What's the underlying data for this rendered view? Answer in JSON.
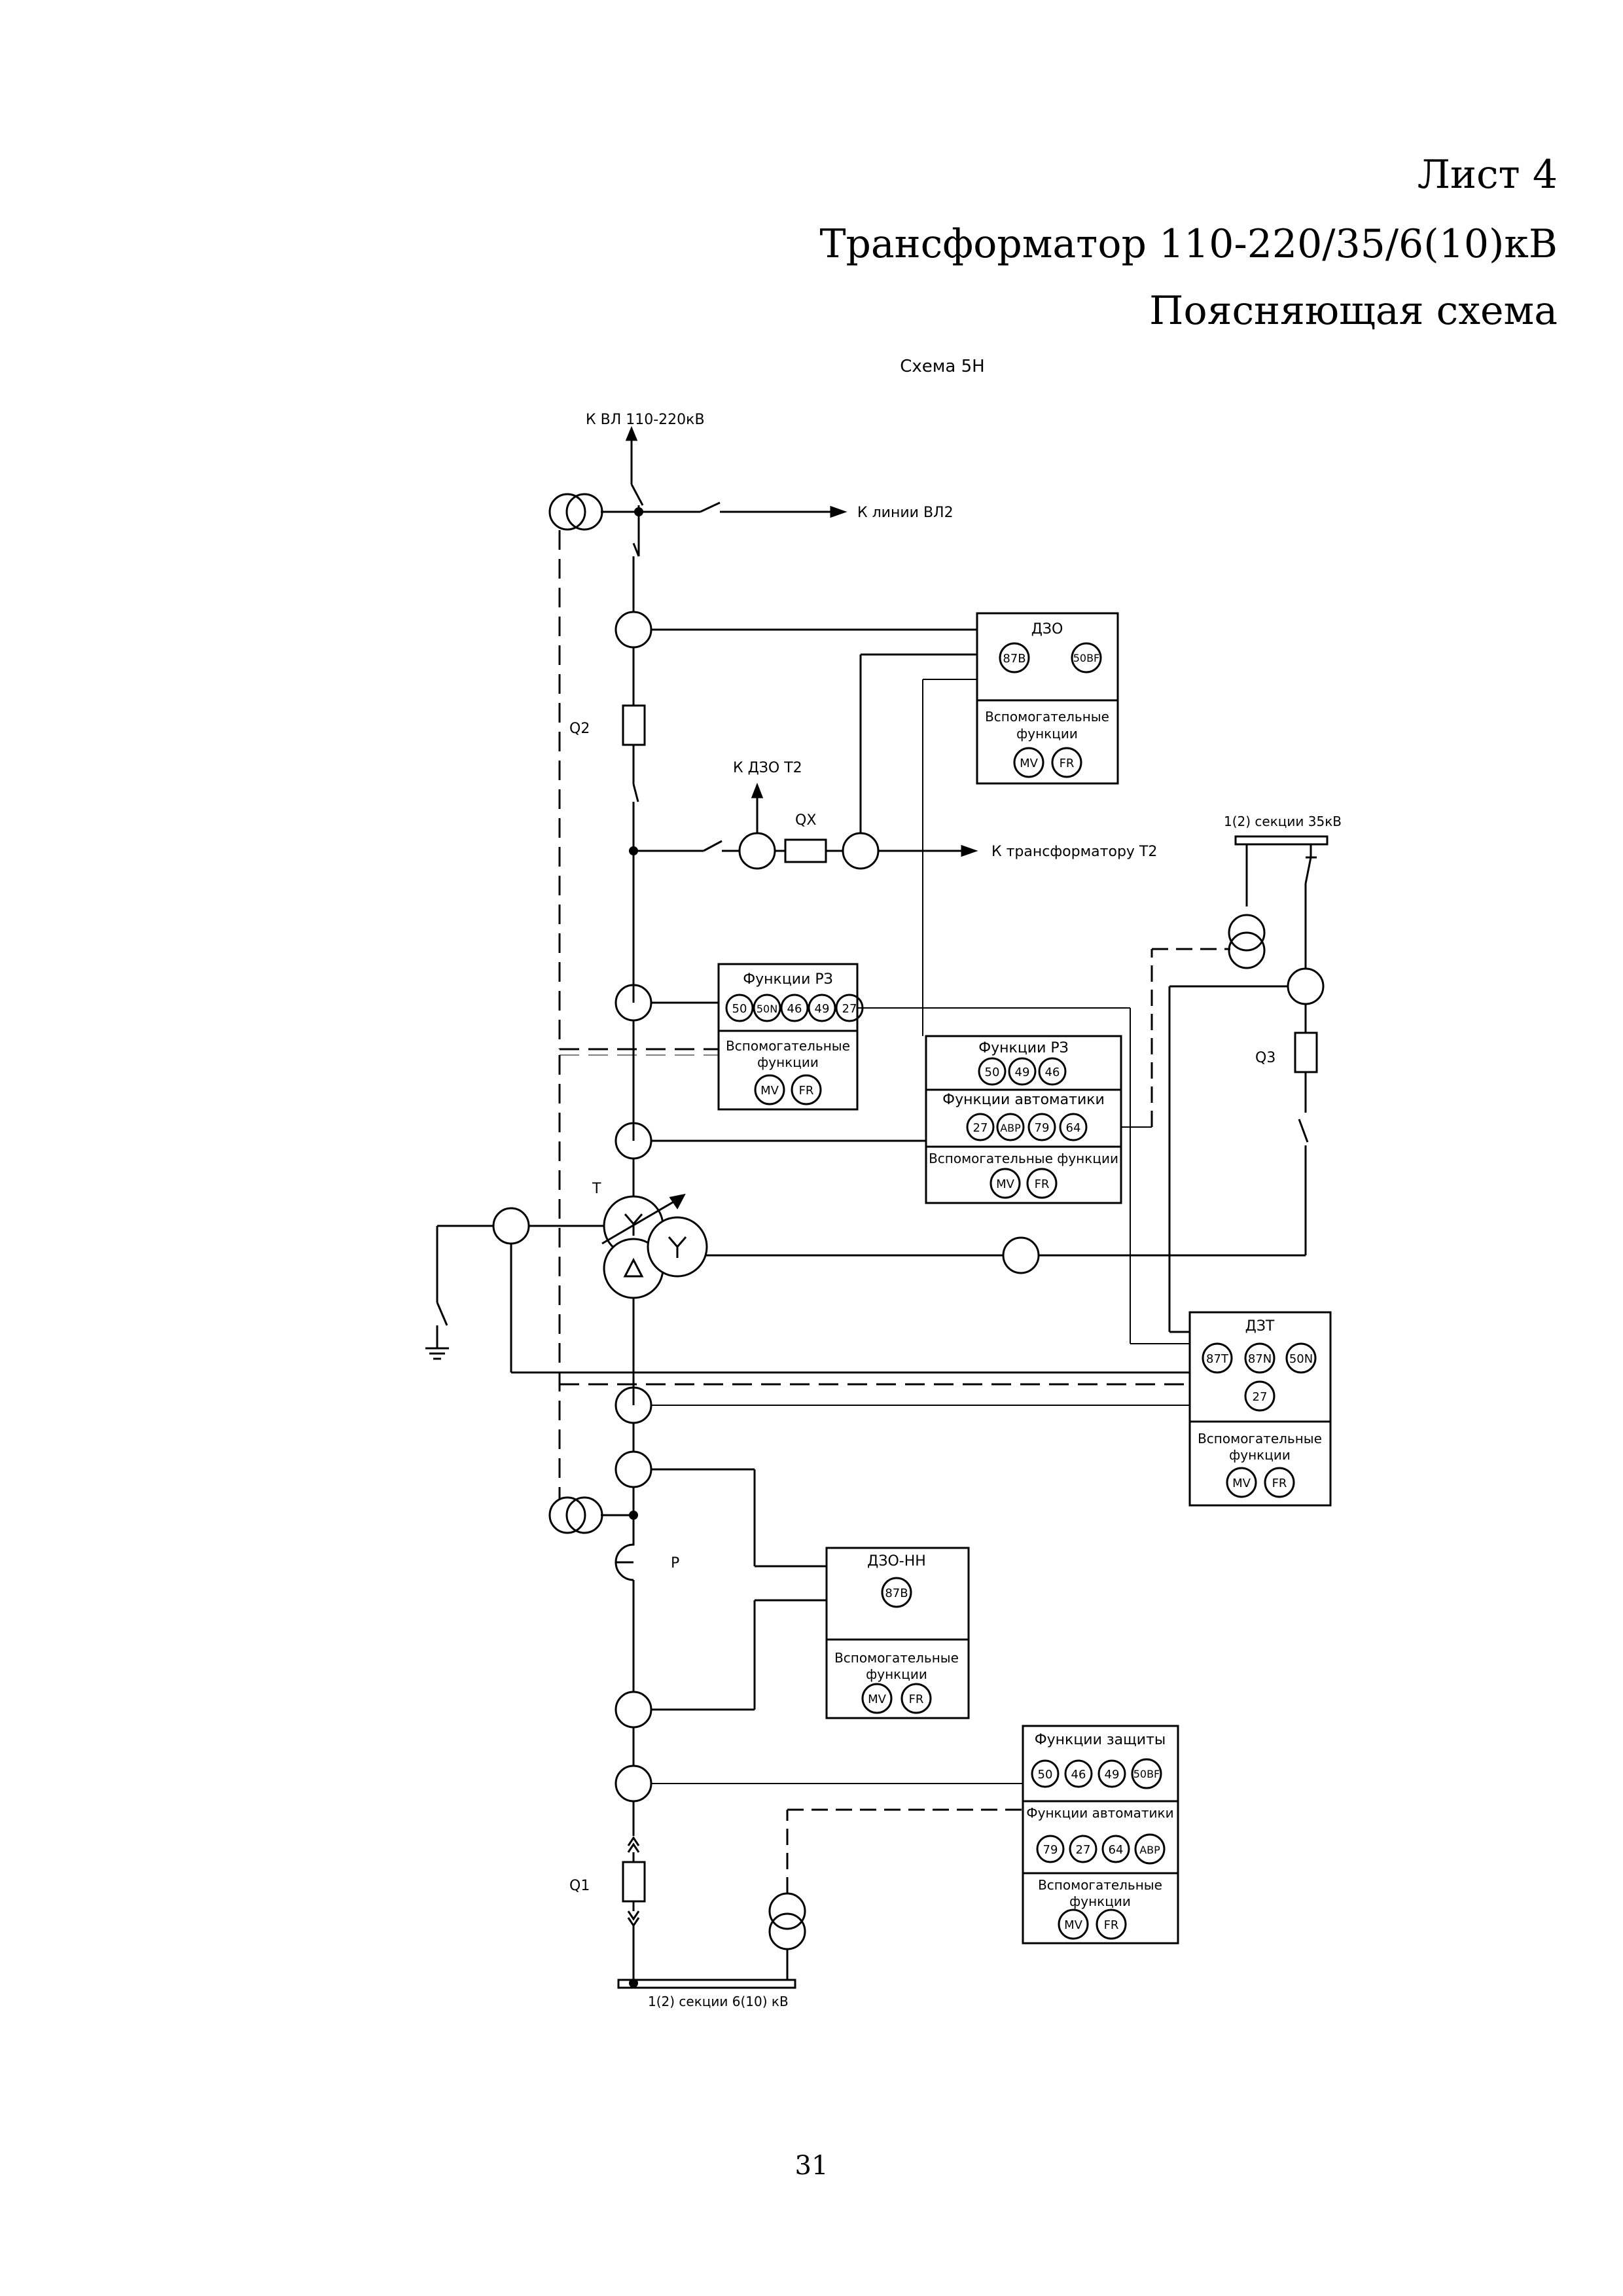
{
  "header": {
    "sheet": "Лист 4",
    "title": "Трансформатор 110-220/35/6(10)кВ",
    "subtitle": "Поясняющая схема"
  },
  "scheme_title": "Схема 5Н",
  "labels": {
    "hv_line": "К ВЛ 110-220кВ",
    "line_vl2": "К линии ВЛ2",
    "dzo_t2": "К ДЗО Т2",
    "qx": "QX",
    "to_t2": "К трансформатору Т2",
    "q2": "Q2",
    "q3": "Q3",
    "q1": "Q1",
    "t": "T",
    "p": "P",
    "bus35": "1(2) секции 35кВ",
    "bus6": "1(2) секции 6(10) кВ"
  },
  "blocks": {
    "dzo": {
      "title": "ДЗО",
      "funcs": [
        "87B",
        "50BF"
      ],
      "aux_title": "Вспомогательные функции",
      "aux": [
        "MV",
        "FR"
      ]
    },
    "rz1": {
      "title": "Функции РЗ",
      "funcs": [
        "50",
        "50N",
        "46",
        "49",
        "27"
      ],
      "aux_title": "Вспомогательные функции",
      "aux": [
        "MV",
        "FR"
      ]
    },
    "rz2": {
      "title": "Функции РЗ",
      "funcs": [
        "50",
        "49",
        "46"
      ],
      "auto_title": "Функции автоматики",
      "auto": [
        "27",
        "АВР",
        "79",
        "64"
      ],
      "aux_title": "Вспомогательные функции",
      "aux": [
        "MV",
        "FR"
      ]
    },
    "dzt": {
      "title": "ДЗТ",
      "funcs": [
        "87T",
        "87N",
        "50N",
        "27"
      ],
      "aux_title": "Вспомогательные функции",
      "aux": [
        "MV",
        "FR"
      ]
    },
    "dzonn": {
      "title": "ДЗО-НН",
      "funcs": [
        "87B"
      ],
      "aux_title": "Вспомогательные функции",
      "aux": [
        "MV",
        "FR"
      ]
    },
    "prot": {
      "title": "Функции защиты",
      "funcs": [
        "50",
        "46",
        "49",
        "50BF"
      ],
      "auto_title": "Функции автоматики",
      "auto": [
        "79",
        "27",
        "64",
        "АВР"
      ],
      "aux_title": "Вспомогательные функции",
      "aux": [
        "MV",
        "FR"
      ]
    }
  },
  "page_number": "31"
}
